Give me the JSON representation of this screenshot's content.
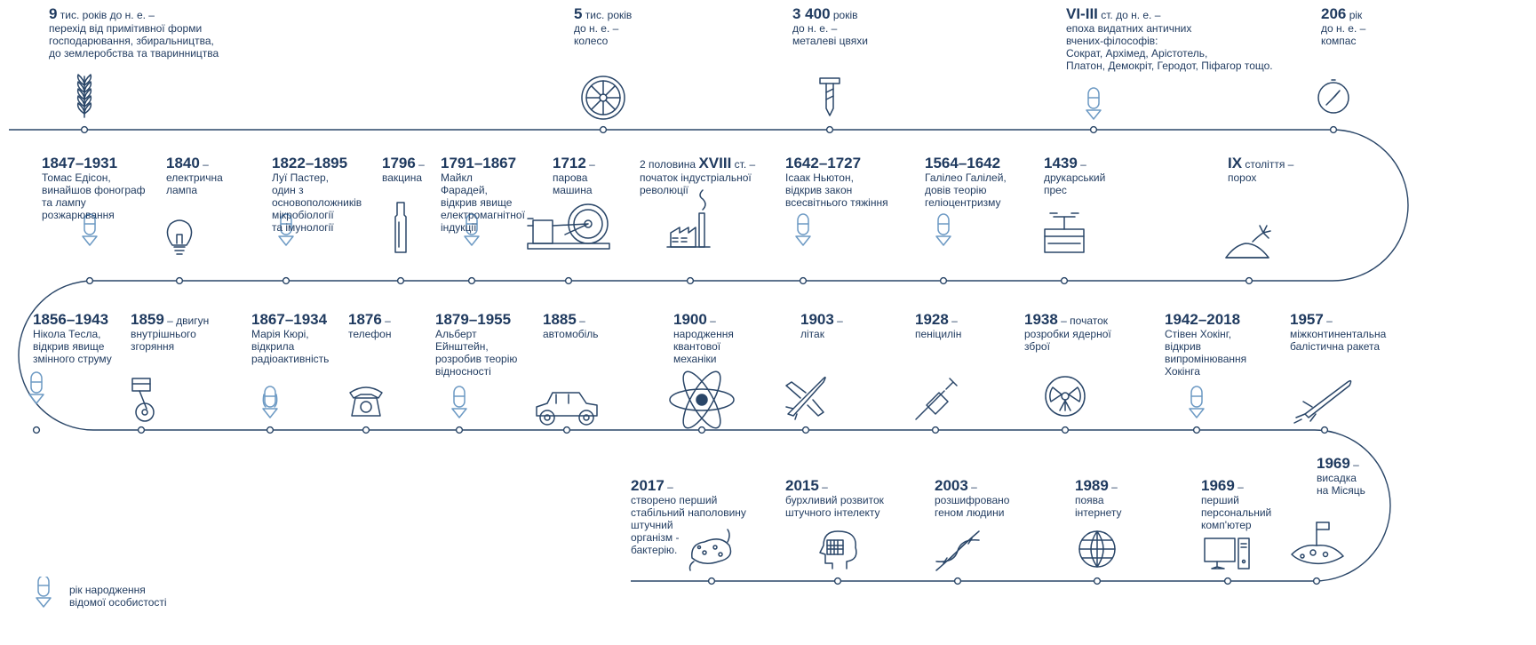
{
  "colors": {
    "line": "#2a4668",
    "text": "#1f3a5f",
    "dot_fill": "#ffffff",
    "person_icon": "#6d9ac4"
  },
  "events": [
    {
      "year": "9",
      "suffix": "тис. років до н. е. –",
      "text": "перехід від примітивної форми\nгосподарювання, збиральництва,\nдо землеробства та тваринництва",
      "icon": "wheat-icon"
    },
    {
      "year": "5",
      "suffix": "тис. років",
      "text": "до н. е. –\nколесо",
      "icon": "wheel-icon"
    },
    {
      "year": "3 400",
      "suffix": "років",
      "text": "до н. е. –\nметалеві цвяхи",
      "icon": "nail-icon"
    },
    {
      "year": "VI-III",
      "suffix": "ст. до н. е. –",
      "text": "епоха видатних античних\nвчених-філософів:\nСократ, Архімед, Арістотель,\nПлатон, Демокріт, Геродот, Піфагор тощо.",
      "icon": "person-icon"
    },
    {
      "year": "206",
      "suffix": "рік",
      "text": "до н. е. –\nкомпас",
      "icon": "compass-icon"
    },
    {
      "year": "1847–1931",
      "suffix": "",
      "text": "Томас Едісон,\nвинайшов фонограф\nта лампу\nрозжарювання",
      "icon": "person-icon"
    },
    {
      "year": "1840",
      "suffix": "–",
      "text": "електрична\nлампа",
      "icon": "bulb-icon"
    },
    {
      "year": "1822–1895",
      "suffix": "",
      "text": "Луї Пастер,\nодин з\nосновоположників\nмікробіології\nта імунології",
      "icon": "person-icon"
    },
    {
      "year": "1796",
      "suffix": "–",
      "text": "вакцина",
      "icon": "vaccine-icon"
    },
    {
      "year": "1791–1867",
      "suffix": "",
      "text": "Майкл\nФарадей,\nвідкрив явище\nелектромагнітної\nіндукції",
      "icon": "person-icon"
    },
    {
      "year": "1712",
      "suffix": "–",
      "text": "парова\nмашина",
      "icon": "steam-engine-icon"
    },
    {
      "prefix": "2 половина",
      "year": "XVIII",
      "suffix": "ст. –",
      "text": "початок індустріальної\nреволюції",
      "icon": "factory-icon"
    },
    {
      "year": "1642–1727",
      "suffix": "",
      "text": "Ісаак Ньютон,\nвідкрив закон\nвсесвітнього тяжіння",
      "icon": "person-icon"
    },
    {
      "year": "1564–1642",
      "suffix": "",
      "text": "Галілео Галілей,\nдовів теорію\nгеліоцентризму",
      "icon": "person-icon"
    },
    {
      "year": "1439",
      "suffix": "–",
      "text": "друкарський\nпрес",
      "icon": "printing-press-icon"
    },
    {
      "year": "IX",
      "suffix": "століття –",
      "text": "порох",
      "icon": "gunpowder-icon"
    },
    {
      "year": "1856–1943",
      "suffix": "",
      "text": "Нікола Тесла,\nвідкрив явище\nзмінного струму",
      "icon": "person-icon"
    },
    {
      "year": "1859",
      "suffix": "– двигун",
      "text": "внутрішнього\nзгоряння",
      "icon": "piston-icon"
    },
    {
      "year": "1867–1934",
      "suffix": "",
      "text": "Марія Кюрі,\nвідкрила\nрадіоактивність",
      "icon": "person-female-icon"
    },
    {
      "year": "1876",
      "suffix": "–",
      "text": "телефон",
      "icon": "telephone-icon"
    },
    {
      "year": "1879–1955",
      "suffix": "",
      "text": "Альберт\nЕйнштейн,\nрозробив теорію\nвідносності",
      "icon": "person-icon"
    },
    {
      "year": "1885",
      "suffix": "–",
      "text": "автомобіль",
      "icon": "car-icon"
    },
    {
      "year": "1900",
      "suffix": "–",
      "text": "народження\nквантової\nмеханіки",
      "icon": "atom-icon"
    },
    {
      "year": "1903",
      "suffix": "–",
      "text": "літак",
      "icon": "airplane-icon"
    },
    {
      "year": "1928",
      "suffix": "–",
      "text": "пеніцилін",
      "icon": "syringe-icon"
    },
    {
      "year": "1938",
      "suffix": "– початок",
      "text": "розробки ядерної\nзброї",
      "icon": "radiation-icon"
    },
    {
      "year": "1942–2018",
      "suffix": "",
      "text": "Стівен Хокінг,\nвідкрив\nвипромінювання\nХокінга",
      "icon": "person-icon"
    },
    {
      "year": "1957",
      "suffix": "–",
      "text": "міжконтинентальна\nбалістична ракета",
      "icon": "rocket-icon"
    },
    {
      "year": "2017",
      "suffix": "–",
      "text": "створено перший\nстабільний наполовину\nштучний\nорганізм -\nбактерію.",
      "icon": "bacteria-icon"
    },
    {
      "year": "2015",
      "suffix": "–",
      "text": "бурхливий розвиток\nштучного інтелекту",
      "icon": "ai-head-icon"
    },
    {
      "year": "2003",
      "suffix": "–",
      "text": "розшифровано\nгеном людини",
      "icon": "dna-icon"
    },
    {
      "year": "1989",
      "suffix": "–",
      "text": "поява\nінтернету",
      "icon": "globe-icon"
    },
    {
      "year": "1969",
      "suffix": "–",
      "text": "перший\nперсональний\nкомп'ютер",
      "icon": "computer-icon"
    },
    {
      "year": "1969",
      "suffix": "–",
      "text": "висадка\nна Місяць",
      "icon": "moon-landing-icon"
    }
  ],
  "legend": {
    "text": "рік народження\nвідомої особистості",
    "icon": "person-icon"
  }
}
